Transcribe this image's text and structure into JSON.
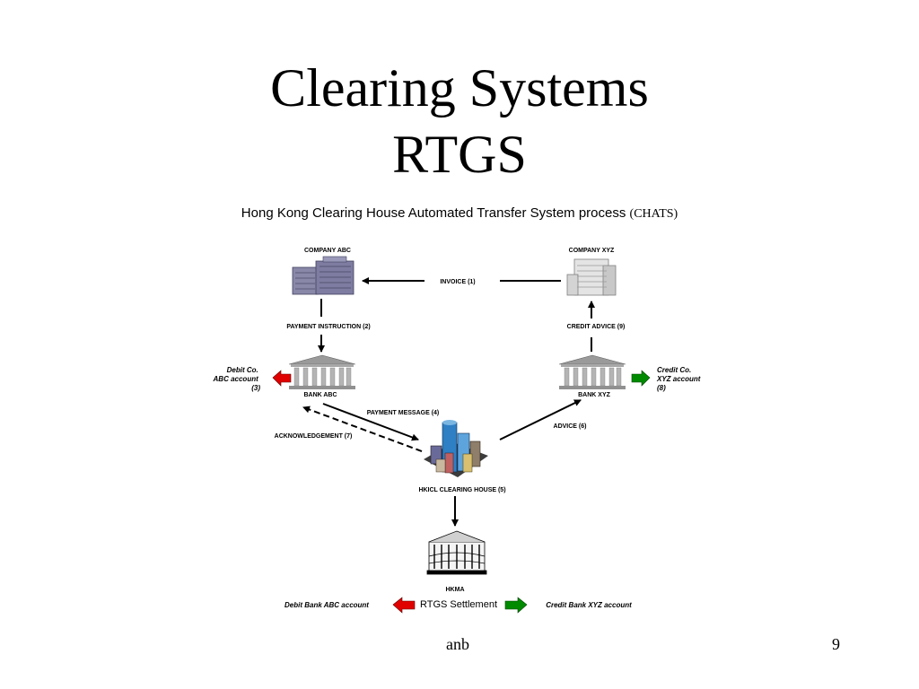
{
  "slide": {
    "title_line1": "Clearing Systems",
    "title_line2": "RTGS",
    "subtitle_main": "Hong Kong  Clearing House Automated Transfer System process",
    "subtitle_paren": "(CHATS)",
    "footer_left": "anb",
    "page_number": "9"
  },
  "diagram": {
    "nodes": {
      "company_abc": "COMPANY ABC",
      "company_xyz": "COMPANY XYZ",
      "bank_abc": "BANK ABC",
      "bank_xyz": "BANK XYZ",
      "clearing_house": "HKICL CLEARING HOUSE (5)",
      "hkma": "HKMA"
    },
    "flows": {
      "invoice": "INVOICE (1)",
      "payment_instruction": "PAYMENT INSTRUCTION (2)",
      "credit_advice": "CREDIT ADVICE (9)",
      "payment_message": "PAYMENT MESSAGE (4)",
      "acknowledgement": "ACKNOWLEDGEMENT (7)",
      "advice": "ADVICE (6)"
    },
    "debit_abc": [
      "Debit  Co.",
      "ABC account",
      "(3)"
    ],
    "credit_xyz": [
      "Credit  Co.",
      "XYZ account",
      "(8)"
    ],
    "bottom": {
      "debit_bank": "Debit Bank ABC account",
      "rtgs": "RTGS Settlement",
      "credit_bank": "Credit  Bank XYZ account"
    },
    "colors": {
      "debit_arrow": "#e00000",
      "credit_arrow": "#008a00"
    }
  }
}
